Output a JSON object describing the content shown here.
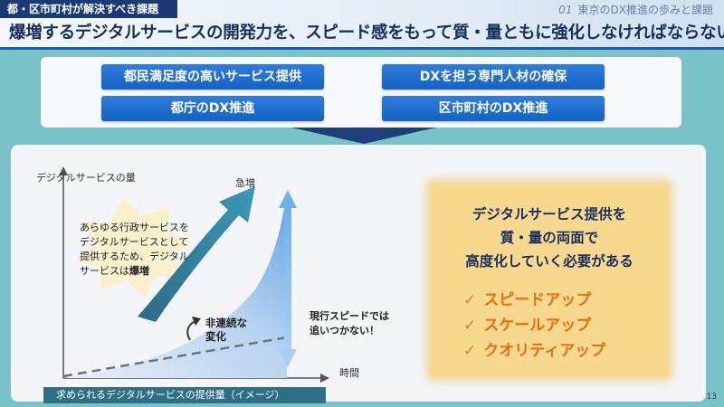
{
  "header": {
    "section_tag": "都・区市町村が解決すべき課題",
    "page_num": "01",
    "page_title": "東京のDX推進の歩みと課題",
    "headline": "爆増するデジタルサービスの開発力を、スピード感をもって質・量ともに強化しなければならない"
  },
  "top_panel": {
    "pills": [
      "都民満足度の高いサービス提供",
      "DXを担う専門人材の確保",
      "都庁のDX推進",
      "区市町村のDX推進"
    ]
  },
  "chart": {
    "y_axis_label": "デジタルサービスの量",
    "x_axis_label": "時間",
    "surge_label": "急増",
    "note_lines": [
      "あらゆる行政サービスを",
      "デジタルサービスとして",
      "提供するため、デジタル",
      "サービスは"
    ],
    "note_bold": "爆増",
    "discontinuous_label_lines": [
      "非連続な",
      "変化"
    ],
    "current_speed_lines": [
      "現行スピードでは",
      "追いつかない！"
    ],
    "caption": "求められるデジタルサービスの提供量（イメージ）"
  },
  "gold_box": {
    "lines": [
      "デジタルサービス提供を",
      "質・量の両面で",
      "高度化していく必要がある"
    ],
    "check_mark": "✓",
    "checks": [
      "スピードアップ",
      "スケールアップ",
      "クオリティアップ"
    ]
  },
  "page_number": "13",
  "colors": {
    "navy": "#1b2f5c",
    "pill_blue": "#1662c4",
    "teal_bg": "#79c2c7",
    "gold": "#f6d88f",
    "orange": "#e76f12"
  }
}
